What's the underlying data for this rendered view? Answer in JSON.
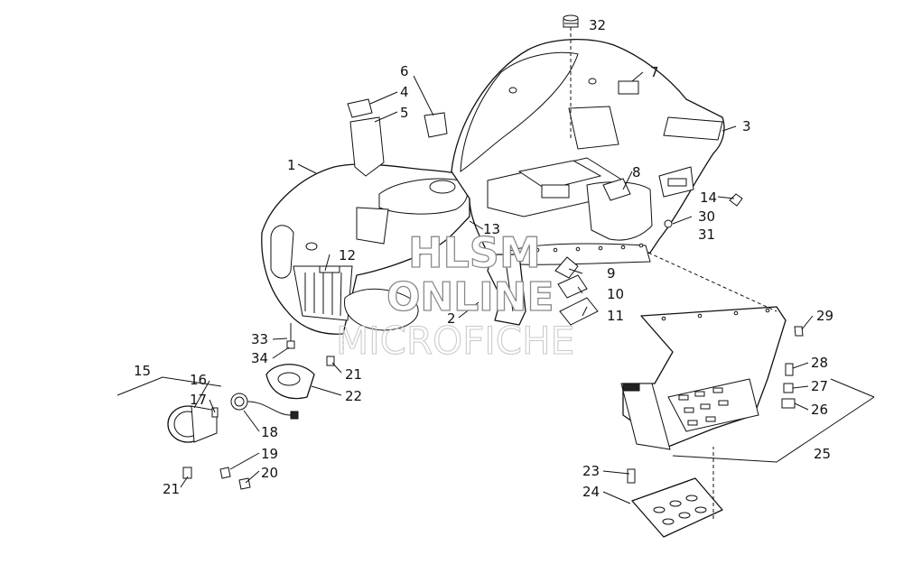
{
  "watermark": {
    "line1": "HLSM",
    "line2": "ONLINE",
    "line3": "MICROFICHE"
  },
  "callouts": {
    "c1": "1",
    "c2": "2",
    "c3": "3",
    "c4": "4",
    "c5": "5",
    "c6": "6",
    "c7": "7",
    "c8": "8",
    "c9": "9",
    "c10": "10",
    "c11": "11",
    "c12": "12",
    "c13": "13",
    "c14": "14",
    "c15": "15",
    "c16": "16",
    "c17": "17",
    "c18": "18",
    "c19": "19",
    "c20": "20",
    "c21a": "21",
    "c21b": "21",
    "c22": "22",
    "c23": "23",
    "c24": "24",
    "c25": "25",
    "c26": "26",
    "c27": "27",
    "c28": "28",
    "c29": "29",
    "c30": "30",
    "c31": "31",
    "c32": "32",
    "c33": "33",
    "c34": "34"
  }
}
